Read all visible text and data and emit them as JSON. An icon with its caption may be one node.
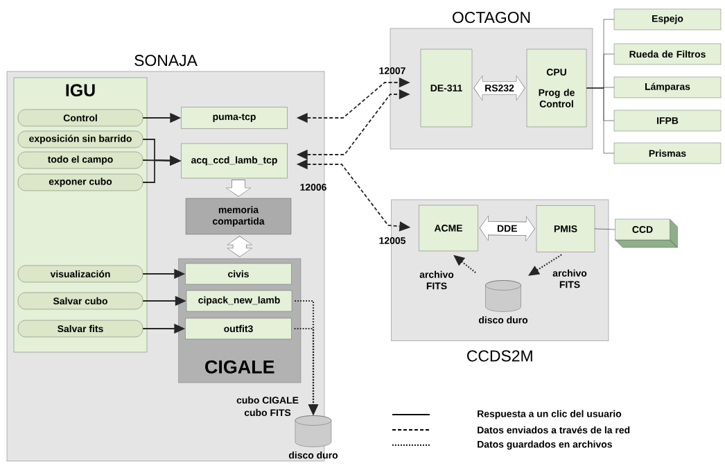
{
  "diagram": {
    "nodes": [
      {
        "text": [
          "SONAJA"
        ]
      },
      {
        "text": [
          "IGU"
        ],
        "in": 0
      },
      {
        "text": [
          "Control"
        ],
        "in": 1
      },
      {
        "text": [
          "exposición sin barrido"
        ],
        "in": 1
      },
      {
        "text": [
          "todo el campo"
        ],
        "in": 1
      },
      {
        "text": [
          "exponer cubo"
        ],
        "in": 1
      },
      {
        "text": [
          "visualización"
        ],
        "in": 1
      },
      {
        "text": [
          "Salvar cubo"
        ],
        "in": 1
      },
      {
        "text": [
          "Salvar fits"
        ],
        "in": 1
      },
      {
        "text": [
          "puma-tcp"
        ],
        "in": 0
      },
      {
        "text": [
          "acq_ccd_lamb_tcp"
        ],
        "in": 0
      },
      {
        "text": [
          "memoria compartida"
        ],
        "in": 0
      },
      {
        "text": [
          "CIGALE"
        ],
        "in": 0
      },
      {
        "text": [
          "civis"
        ],
        "in": 12
      },
      {
        "text": [
          "cipack_new_lamb"
        ],
        "in": 12
      },
      {
        "text": [
          "outfit3"
        ],
        "in": 12
      },
      {
        "text": [
          "disco duro"
        ]
      },
      {
        "text": [
          "OCTAGON"
        ]
      },
      {
        "text": [
          "DE-311"
        ],
        "in": 17
      },
      {
        "text": [
          "CPU",
          "Prog de Control"
        ],
        "in": 17
      },
      {
        "text": [
          "Espejo"
        ]
      },
      {
        "text": [
          "Rueda de Filtros"
        ]
      },
      {
        "text": [
          "Lámparas"
        ]
      },
      {
        "text": [
          "IFPB"
        ]
      },
      {
        "text": [
          "Prismas"
        ]
      },
      {
        "text": [
          "CCDS2M"
        ]
      },
      {
        "text": [
          "ACME"
        ],
        "in": 25
      },
      {
        "text": [
          "PMIS"
        ],
        "in": 25
      },
      {
        "text": [
          "disco duro"
        ],
        "in": 25
      },
      {
        "text": [
          "CCD"
        ]
      }
    ],
    "edges": [
      {
        "from": 2,
        "to": 9,
        "arrow": "to"
      },
      {
        "from": 3,
        "to": 10,
        "arrow": "to"
      },
      {
        "from": 4,
        "to": 10,
        "arrow": "to"
      },
      {
        "from": 5,
        "to": 10,
        "arrow": "to"
      },
      {
        "from": 6,
        "to": 13,
        "arrow": "to"
      },
      {
        "from": 7,
        "to": 14,
        "arrow": "to"
      },
      {
        "from": 8,
        "to": 15,
        "arrow": "to"
      },
      {
        "from": 9,
        "to": 18,
        "arrow": "both",
        "style": "dashed"
      },
      {
        "from": 10,
        "to": 18,
        "arrow": "both",
        "style": "dashed"
      },
      {
        "from": 10,
        "to": 26,
        "arrow": "both",
        "style": "dashed"
      },
      {
        "from": 18,
        "to": 19,
        "arrow": "both",
        "style": "thick",
        "color": "#ffffff",
        "label": "RS232"
      },
      {
        "from": 10,
        "to": 11,
        "arrow": "to",
        "style": "thick"
      },
      {
        "from": 11,
        "to": 12,
        "arrow": "both",
        "style": "thick",
        "color": "#ffffff"
      },
      {
        "from": 14,
        "to": 16,
        "arrow": "to",
        "style": "dashed"
      },
      {
        "from": 15,
        "to": 16,
        "arrow": "to",
        "style": "dashed"
      },
      {
        "from": 26,
        "to": 27,
        "arrow": "both",
        "style": "thick",
        "color": "#ffffff",
        "label": "DDE"
      },
      {
        "from": 28,
        "to": 26,
        "arrow": "to",
        "style": "dashed",
        "label": "archivo FITS"
      },
      {
        "from": 27,
        "to": 28,
        "arrow": "to",
        "style": "dashed",
        "label": "archivo FITS"
      },
      {
        "from": 27,
        "to": 29,
        "arrow": "none"
      },
      {
        "from": 19,
        "to": 20,
        "arrow": "none"
      },
      {
        "from": 19,
        "to": 21,
        "arrow": "none"
      },
      {
        "from": 19,
        "to": 22,
        "arrow": "none"
      },
      {
        "from": 19,
        "to": 23,
        "arrow": "none"
      },
      {
        "from": 19,
        "to": 24,
        "arrow": "none"
      }
    ],
    "labels": [
      "12007",
      "12006",
      "12005",
      "cubo CIGALE",
      "cubo FITS"
    ],
    "legend": [
      {
        "text": "Respuesta a un clic del usuario"
      },
      {
        "text": "Datos enviados a través de la red"
      },
      {
        "text": "Datos guardados en archivos"
      }
    ]
  }
}
